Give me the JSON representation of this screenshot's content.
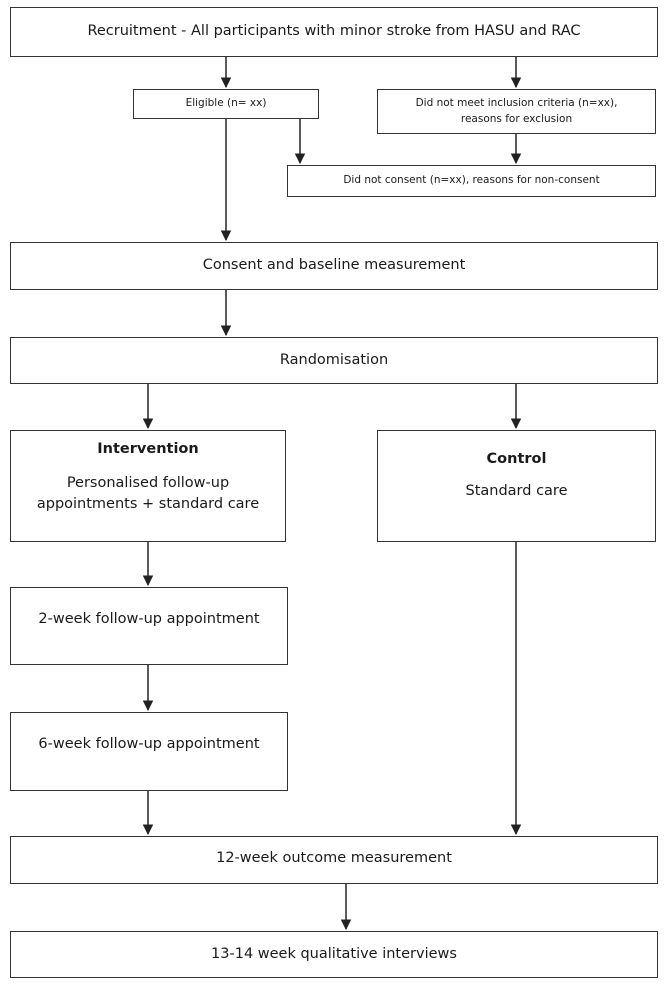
{
  "flowchart": {
    "recruitment": "Recruitment - All participants with minor stroke from HASU and RAC",
    "eligible": "Eligible (n= xx)",
    "not_inclusion_line1": "Did not meet inclusion criteria (n=xx),",
    "not_inclusion_line2": "reasons for exclusion",
    "not_consent": "Did not consent (n=xx), reasons for non-consent",
    "consent_baseline": "Consent and baseline measurement",
    "randomisation": "Randomisation",
    "intervention_title": "Intervention",
    "intervention_line1": "Personalised follow-up",
    "intervention_line2": "appointments + standard care",
    "control_title": "Control",
    "control_body": "Standard care",
    "followup_2wk": "2-week follow-up appointment",
    "followup_6wk": "6-week follow-up appointment",
    "outcome_12wk": "12-week outcome measurement",
    "interviews": "13-14 week qualitative interviews"
  }
}
